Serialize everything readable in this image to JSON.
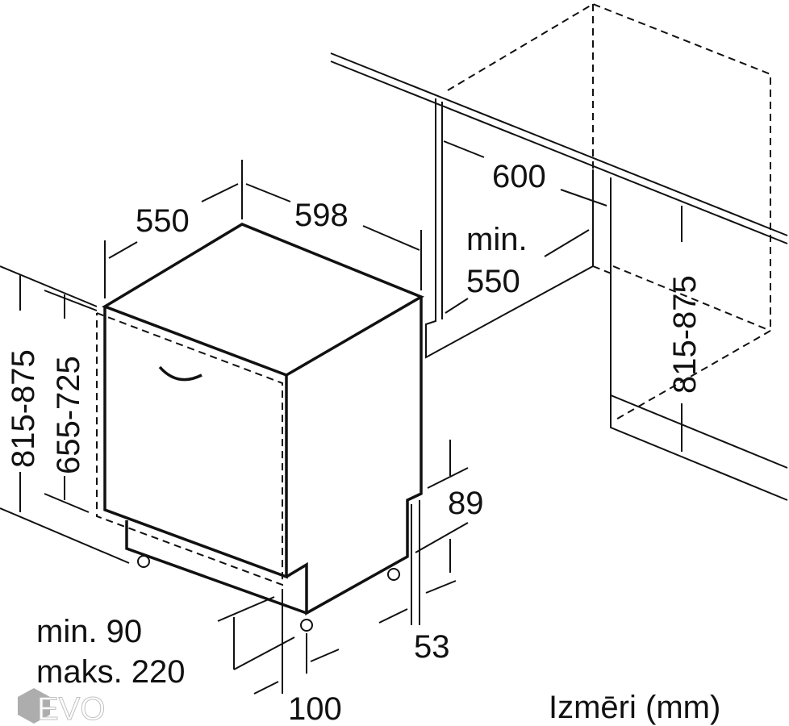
{
  "dimensions": {
    "depth": "550",
    "width": "598",
    "niche_width": "600",
    "niche_depth_min_label": "min.",
    "niche_depth_min_value": "550",
    "niche_height": "815-875",
    "appliance_height": "815-875",
    "door_height": "655-725",
    "plinth_gap": "89",
    "foot_offset": "53",
    "plinth_min": "min. 90",
    "plinth_max": "maks. 220",
    "plinth_depth": "100"
  },
  "caption": "Izmēri (mm)",
  "watermark": "EVO"
}
